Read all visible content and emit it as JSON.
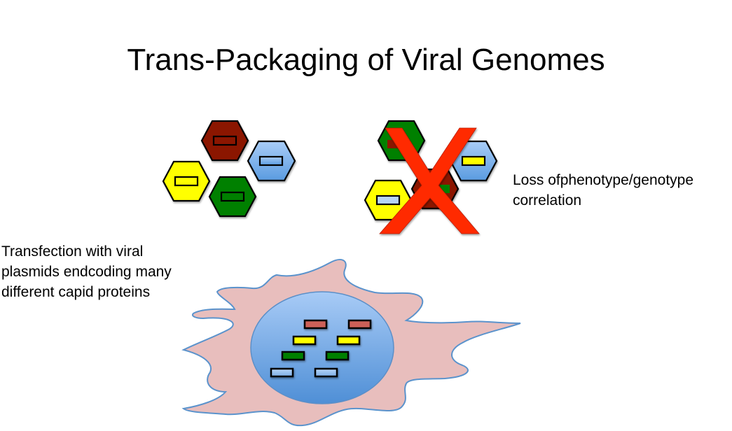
{
  "title": "Trans-Packaging of Viral Genomes",
  "labels": {
    "loss": [
      "Loss ofphenotype/genotype",
      "correlation"
    ],
    "transfection": [
      "Transfection with viral",
      "plasmids endcoding many",
      "different capid proteins"
    ]
  },
  "colors": {
    "red_capsid": "#8b1300",
    "blue_capsid": "#8ab6ea",
    "yellow_capsid": "#ffff00",
    "green_capsid": "#008000",
    "x_mark": "#ff2a00",
    "cell_fill": "#e9c0bf",
    "cell_stroke": "#5b8fc8",
    "nucleus": "#8ab8ec",
    "plasmid_red": "#cd6158"
  },
  "groups": {
    "matched_capsids": [
      {
        "capsid": "red",
        "genome": "red"
      },
      {
        "capsid": "blue",
        "genome": "blue"
      },
      {
        "capsid": "yellow",
        "genome": "yellow"
      },
      {
        "capsid": "green",
        "genome": "green"
      }
    ],
    "mismatched_capsids": [
      {
        "capsid": "green",
        "genome": "red"
      },
      {
        "capsid": "blue",
        "genome": "yellow"
      },
      {
        "capsid": "yellow",
        "genome": "blue"
      },
      {
        "capsid": "red",
        "genome": "green"
      }
    ],
    "nucleus_plasmids": [
      "red",
      "red",
      "yellow",
      "yellow",
      "green",
      "green",
      "blue",
      "blue"
    ]
  }
}
